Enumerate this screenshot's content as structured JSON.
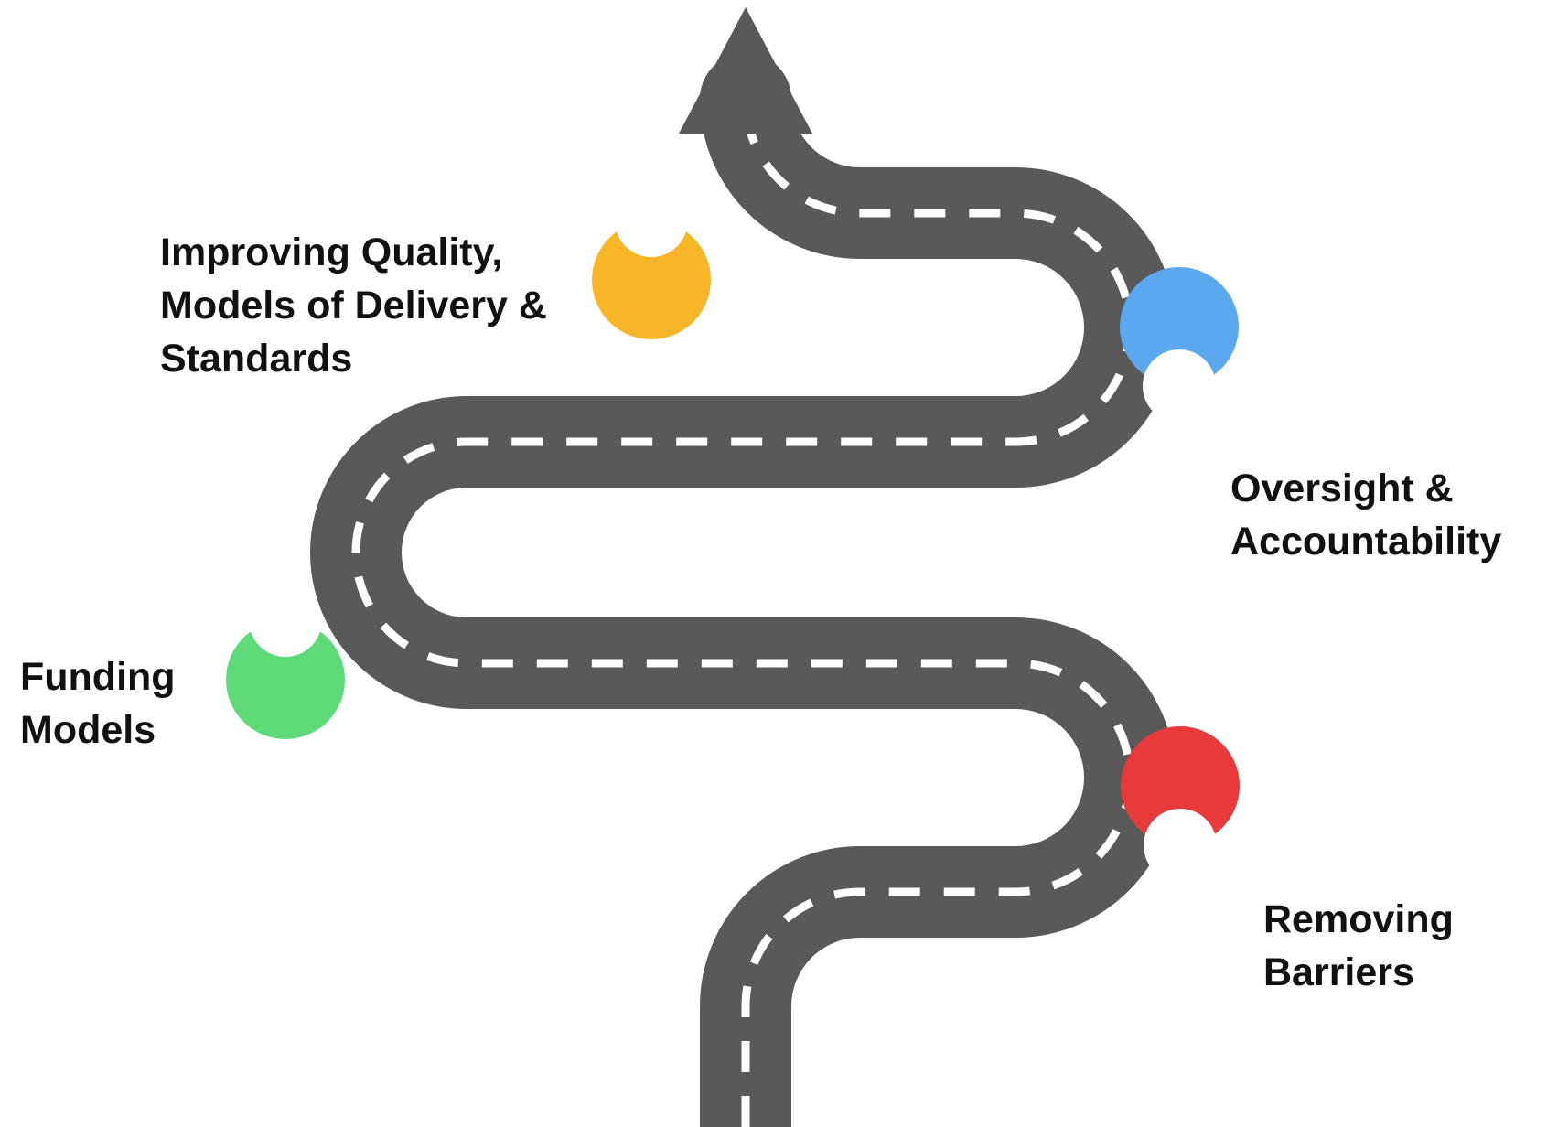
{
  "milestones": {
    "quality": {
      "line1": "Improving Quality,",
      "line2": "Models of Delivery &",
      "line3": "Standards",
      "color": "#F6B628",
      "icon": "map-pin"
    },
    "oversight": {
      "line1": "Oversight &",
      "line2": "Accountability",
      "color": "#5BA8F0",
      "icon": "map-pin"
    },
    "funding": {
      "line1": "Funding",
      "line2": "Models",
      "color": "#5EDB78",
      "icon": "map-pin"
    },
    "barriers": {
      "line1": "Removing",
      "line2": "Barriers",
      "color": "#E83A3A",
      "icon": "map-pin"
    }
  },
  "road": {
    "color": "#595959",
    "lane_color": "#FFFFFF",
    "direction": "up"
  }
}
